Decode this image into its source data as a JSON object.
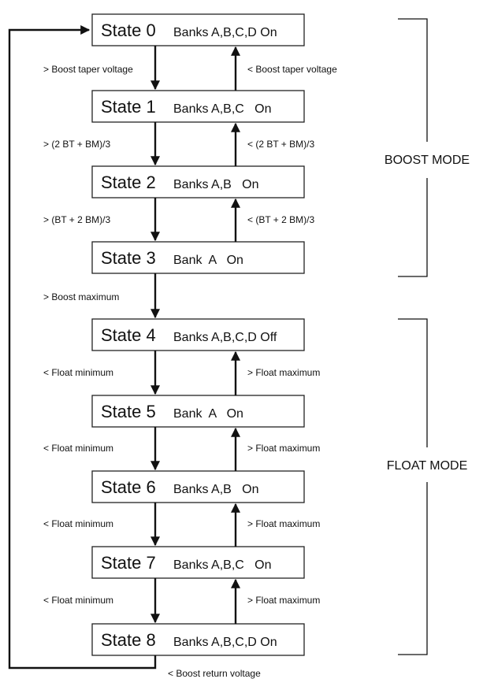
{
  "states": [
    {
      "name": "State 0",
      "banks": "Banks A,B,C,D On"
    },
    {
      "name": "State 1",
      "banks": "Banks A,B,C   On"
    },
    {
      "name": "State 2",
      "banks": "Banks A,B   On"
    },
    {
      "name": "State 3",
      "banks": "Bank  A   On"
    },
    {
      "name": "State 4",
      "banks": "Banks A,B,C,D Off"
    },
    {
      "name": "State 5",
      "banks": "Bank  A   On"
    },
    {
      "name": "State 6",
      "banks": "Banks A,B   On"
    },
    {
      "name": "State 7",
      "banks": "Banks A,B,C   On"
    },
    {
      "name": "State 8",
      "banks": "Banks A,B,C,D On"
    }
  ],
  "transitions": [
    {
      "down": "> Boost taper voltage",
      "up": "< Boost taper voltage"
    },
    {
      "down": "> (2 BT + BM)/3",
      "up": "< (2 BT + BM)/3"
    },
    {
      "down": "> (BT + 2 BM)/3",
      "up": "< (BT + 2 BM)/3"
    },
    {
      "down": "> Boost maximum",
      "up": ""
    },
    {
      "down": "< Float minimum",
      "up": "> Float maximum"
    },
    {
      "down": "< Float minimum",
      "up": "> Float maximum"
    },
    {
      "down": "< Float minimum",
      "up": "> Float maximum"
    },
    {
      "down": "< Float minimum",
      "up": "> Float maximum"
    }
  ],
  "return_label": "< Boost return voltage",
  "modes": {
    "boost": "BOOST MODE",
    "float": "FLOAT MODE"
  }
}
